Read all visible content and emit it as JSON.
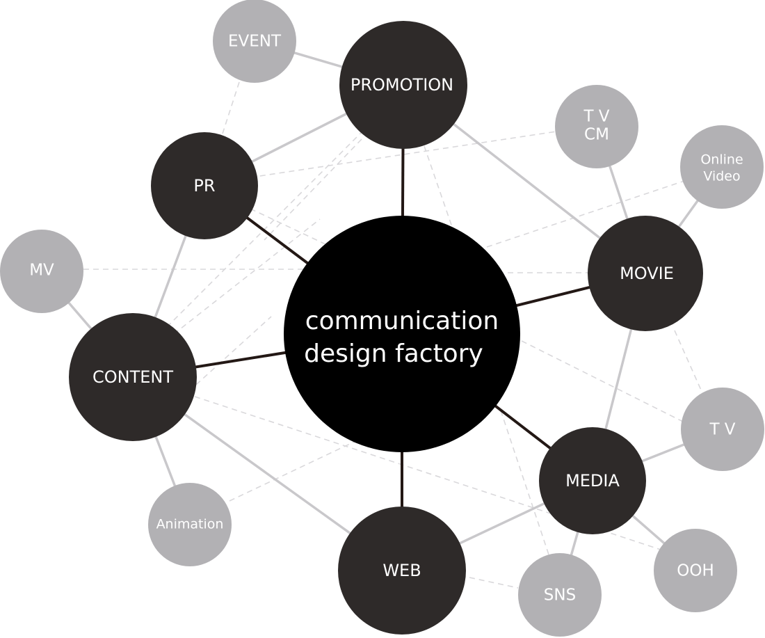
{
  "colors": {
    "center": "#000000",
    "primary": "#2e2a29",
    "satellite": "#b2b1b4",
    "solid_edge": "#c9c8cb",
    "dashed_edge": "#d9d8db",
    "spoke": "#231815",
    "text": "#ffffff"
  },
  "center": {
    "line1": "communication",
    "line2": "design factory"
  },
  "primary": {
    "promotion": "PROMOTION",
    "pr": "PR",
    "movie": "MOVIE",
    "content": "CONTENT",
    "media": "MEDIA",
    "web": "WEB"
  },
  "satellite": {
    "event": "EVENT",
    "tvcm_line1": "T V",
    "tvcm_line2": "CM",
    "online_line1": "Online",
    "online_line2": "Video",
    "mv": "MV",
    "tv": "T V",
    "animation": "Animation",
    "ooh": "OOH",
    "sns": "SNS"
  }
}
